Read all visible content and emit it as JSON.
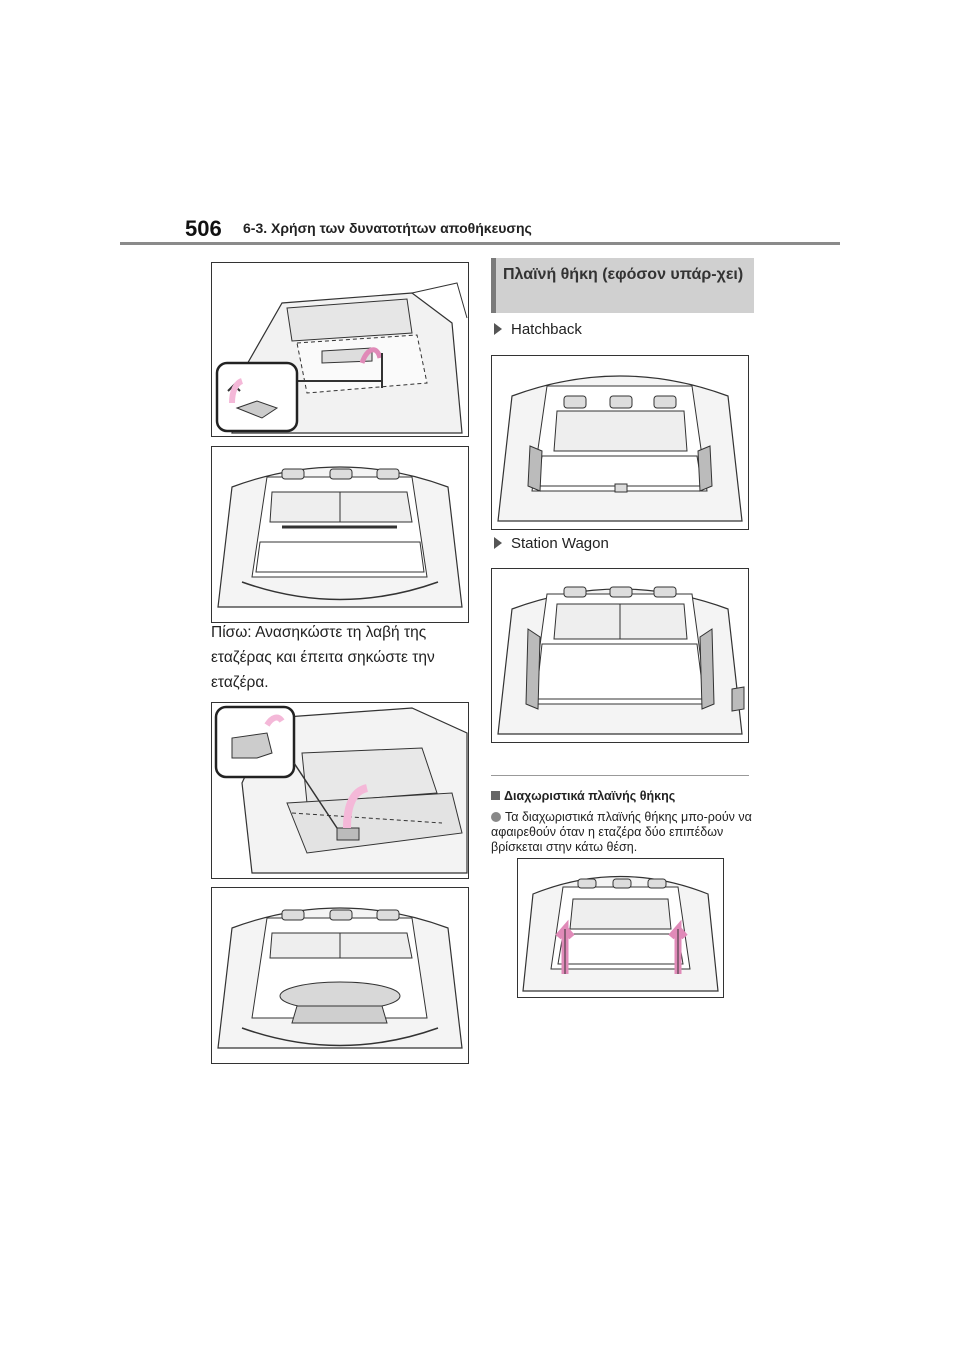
{
  "header": {
    "page_number": "506",
    "chapter_title": "6-3. Χρήση των δυνατοτήτων αποθήκευσης"
  },
  "left_column": {
    "caption": "Πίσω: Ανασηκώστε τη λαβή της εταζέρας και έπειτα σηκώστε την εταζέρα."
  },
  "right_column": {
    "section_title": "Πλαϊνή θήκη (εφόσον υπάρ-χει)",
    "variant_hatchback": "Hatchback",
    "variant_wagon": "Station Wagon",
    "subsection_title": "Διαχωριστικά πλαϊνής θήκης",
    "note": "Τα διαχωριστικά πλαϊνής θήκης μπο-ρούν να αφαιρεθούν όταν η εταζέρα δύο επιπέδων βρίσκεται στην κάτω θέση."
  },
  "colors": {
    "header_rule": "#8a8a8a",
    "section_box": "#d0d0d0",
    "arrow_pink": "#f4b8d8"
  },
  "icons": [
    "triangle-bullet-icon",
    "square-bullet-icon",
    "round-bullet-icon",
    "curved-arrow-icon"
  ]
}
